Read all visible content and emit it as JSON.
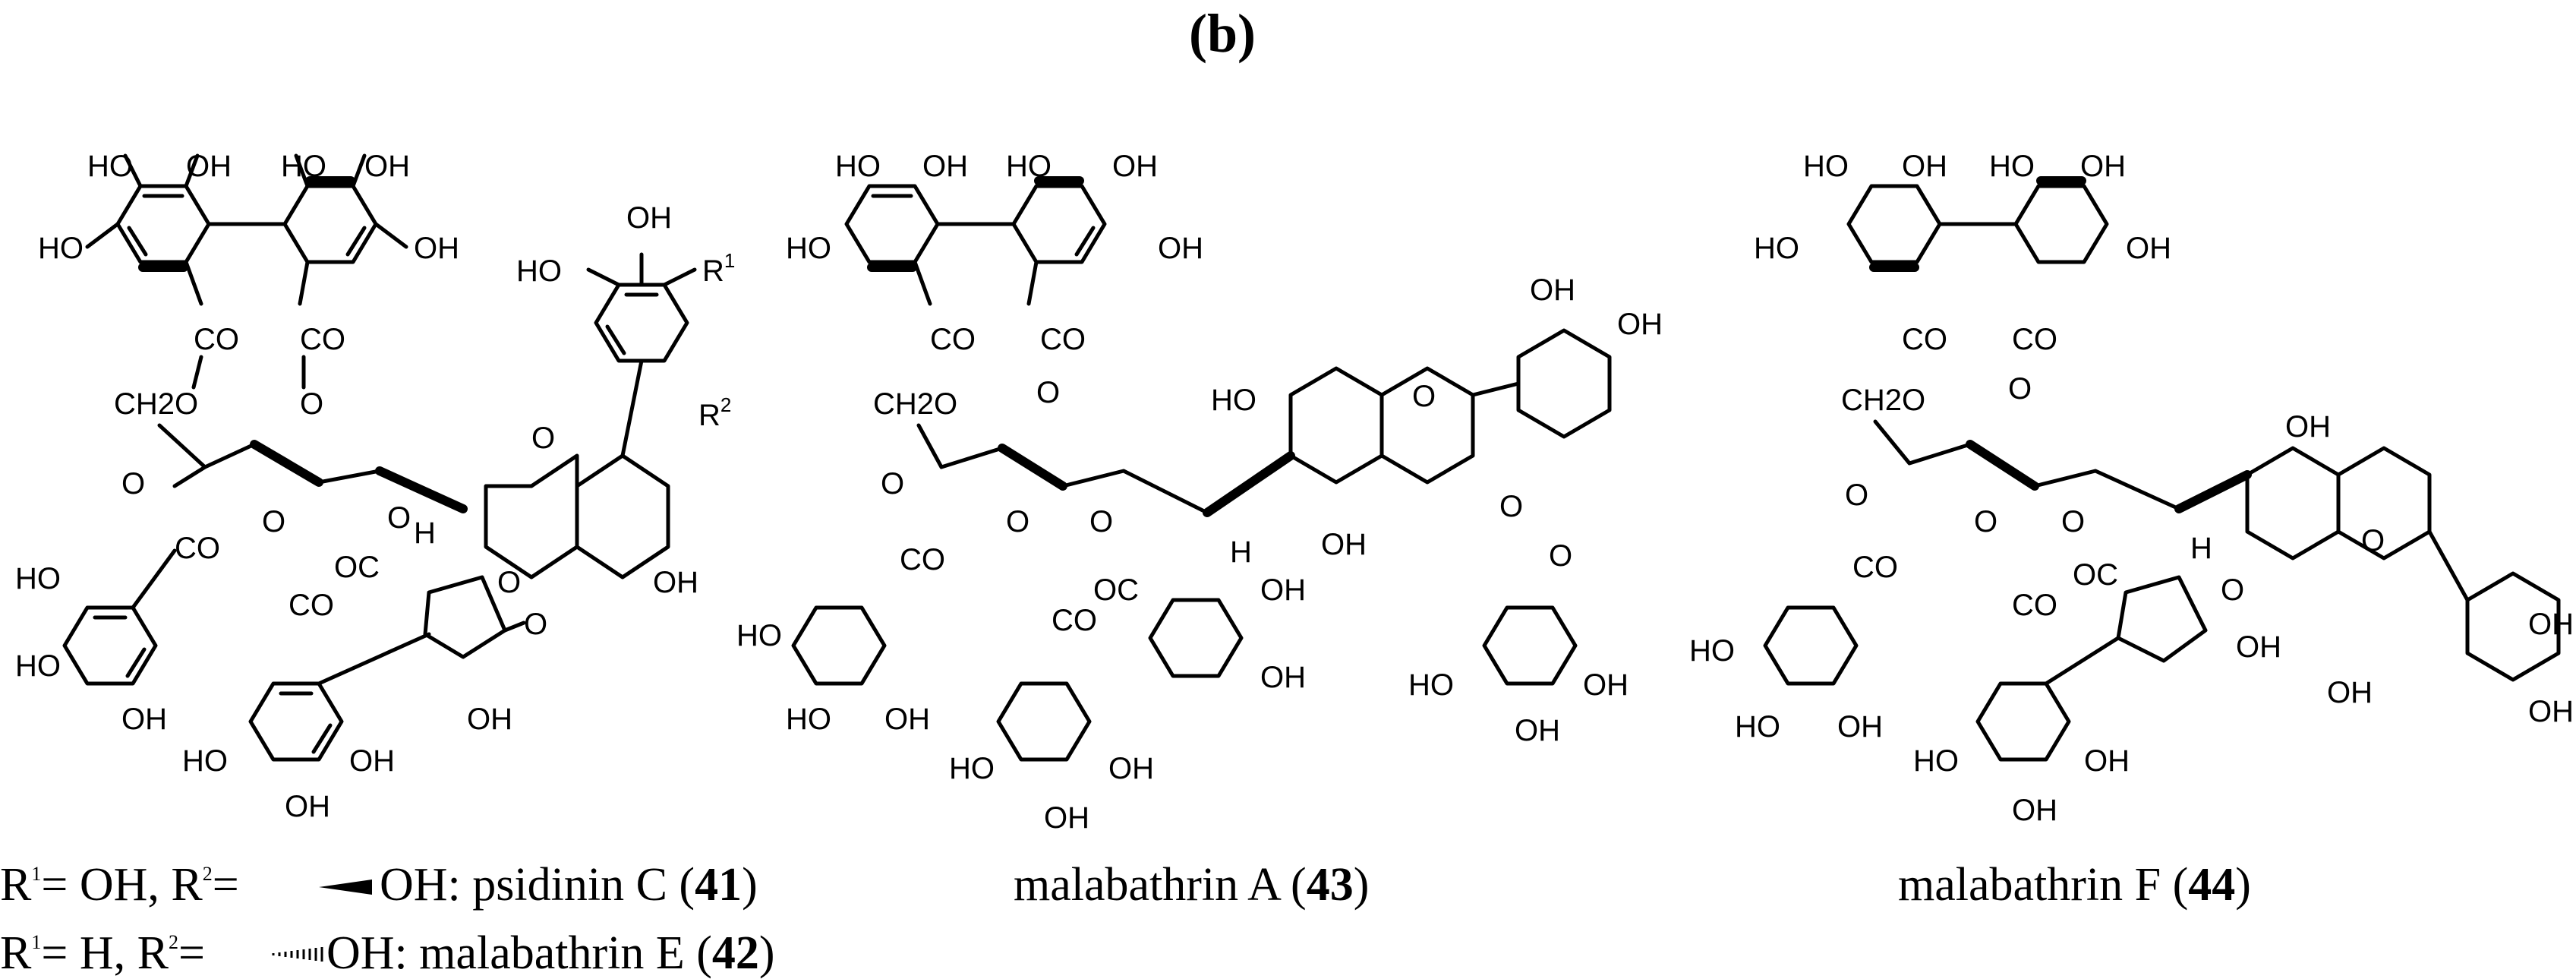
{
  "panel_label": "(b)",
  "structures": [
    {
      "id": "psidinin-malabathrin-E",
      "atoms": {
        "top_left_ring": [
          "HO",
          "OH",
          "HO"
        ],
        "top_right_ring": [
          "HO",
          "OH",
          "OH"
        ],
        "linker_left": [
          "CO",
          "CH2O"
        ],
        "linker_right": [
          "CO",
          "O"
        ],
        "catechol": [
          "OH",
          "HO",
          "R1"
        ],
        "chroman": [
          "O",
          "R2"
        ],
        "core": [
          "O",
          "O",
          "OC",
          "H",
          "O",
          "O",
          "OH",
          "O",
          "OH"
        ],
        "galloyl_left": [
          "HO",
          "HO",
          "OH",
          "CO"
        ],
        "bottom_ring": [
          "CO",
          "HO",
          "OH",
          "OH"
        ]
      },
      "captions": [
        {
          "r1": "R",
          "r1_sup": "1",
          "eq1": "= OH, R",
          "r2_sup": "2",
          "eq2": "=",
          "tail": "OH: psidinin C (",
          "num": "41",
          "close": ")"
        },
        {
          "r1": "R",
          "r1_sup": "1",
          "eq1": "= H, R",
          "r2_sup": "2",
          "eq2": "=",
          "tail": "OH: malabathrin E (",
          "num": "42",
          "close": ")"
        }
      ]
    },
    {
      "id": "malabathrin-A",
      "atoms": {
        "top_left_ring": [
          "HO",
          "OH",
          "HO"
        ],
        "top_right_ring": [
          "HO",
          "OH",
          "OH"
        ],
        "linker_left": [
          "CO",
          "CH2O"
        ],
        "linker_right": [
          "CO",
          "O"
        ],
        "chromane": [
          "HO",
          "O",
          "OH",
          "OH",
          "OH"
        ],
        "core": [
          "O",
          "O",
          "OC",
          "H",
          "O"
        ],
        "galloyl_left": [
          "O",
          "CO",
          "HO",
          "HO",
          "OH"
        ],
        "galloyl_right": [
          "O",
          "O",
          "HO",
          "OH",
          "OH"
        ],
        "bottom_ring": [
          "CO",
          "OH",
          "OH",
          "HO",
          "OH",
          "OH"
        ]
      },
      "caption": {
        "name": "malabathrin A (",
        "num": "43",
        "close": ")"
      }
    },
    {
      "id": "malabathrin-F",
      "atoms": {
        "top_left_ring": [
          "HO",
          "OH",
          "HO"
        ],
        "top_right_ring": [
          "HO",
          "OH",
          "OH"
        ],
        "linker_left": [
          "CO",
          "CH2O"
        ],
        "linker_right": [
          "CO",
          "O"
        ],
        "chromane": [
          "OH",
          "O",
          "O",
          "OH",
          "OH",
          "OH"
        ],
        "core": [
          "O",
          "O",
          "OC",
          "H",
          "O",
          "OH"
        ],
        "galloyl_left": [
          "O",
          "CO",
          "HO",
          "HO",
          "OH"
        ],
        "bottom_ring": [
          "CO",
          "HO",
          "OH",
          "OH"
        ]
      },
      "caption": {
        "name": "malabathrin F (",
        "num": "44",
        "close": ")"
      }
    }
  ]
}
